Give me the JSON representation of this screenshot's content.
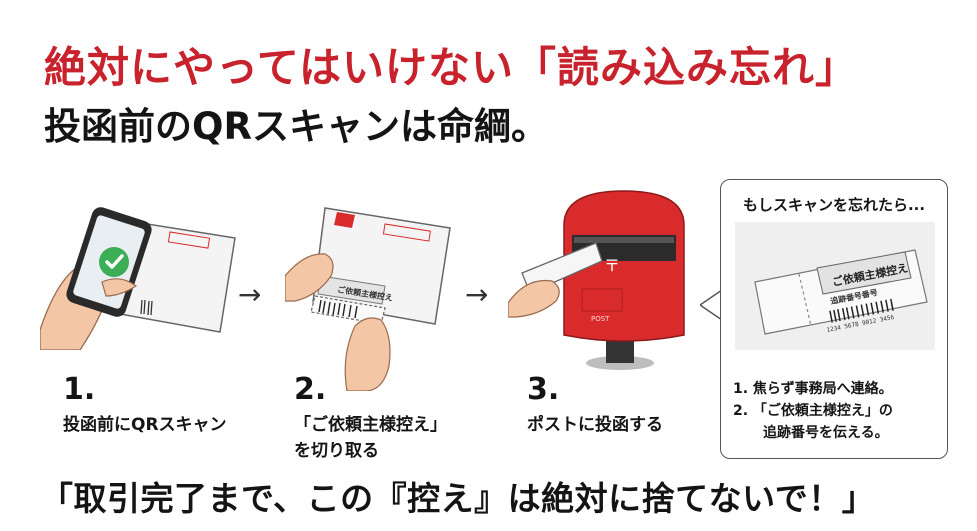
{
  "headline": {
    "line1": "絶対にやってはいけない「読み込み忘れ」",
    "line2": "投函前のQRスキャンは命綱。"
  },
  "steps": [
    {
      "number": "1.",
      "label_lines": [
        "投函前にQRスキャン"
      ]
    },
    {
      "number": "2.",
      "label_lines": [
        "「ご依頼主様控え」",
        "を切り取る"
      ]
    },
    {
      "number": "3.",
      "label_lines": [
        "ポストに投函する"
      ]
    }
  ],
  "arrows": [
    "→",
    "→"
  ],
  "callout": {
    "title": "もしスキャンを忘れたら...",
    "ticket_label": "ご依頼主様控え",
    "tracking_label": "追跡番号番号",
    "tracking_number": "1234 5678 9012 3456",
    "items": [
      {
        "lines": [
          "1. 焦らず事務局へ連絡。"
        ]
      },
      {
        "lines": [
          "2. 「ご依頼主様控え」の",
          "追跡番号を伝える。"
        ]
      }
    ]
  },
  "illustration_text": {
    "post_symbol": "〒",
    "post_label": "POST",
    "stub_label": "ご依頼主様控え"
  },
  "bottom_message": "「取引完了まで、この『控え』は絶対に捨てないで！」",
  "colors": {
    "accent_red": "#c8232c",
    "postbox_red": "#d92b2b",
    "check_green": "#3cae55",
    "text": "#141414"
  },
  "icons": [
    "smartphone-icon",
    "check-icon",
    "envelope-icon",
    "hand-icon",
    "postbox-icon",
    "barcode-icon"
  ]
}
